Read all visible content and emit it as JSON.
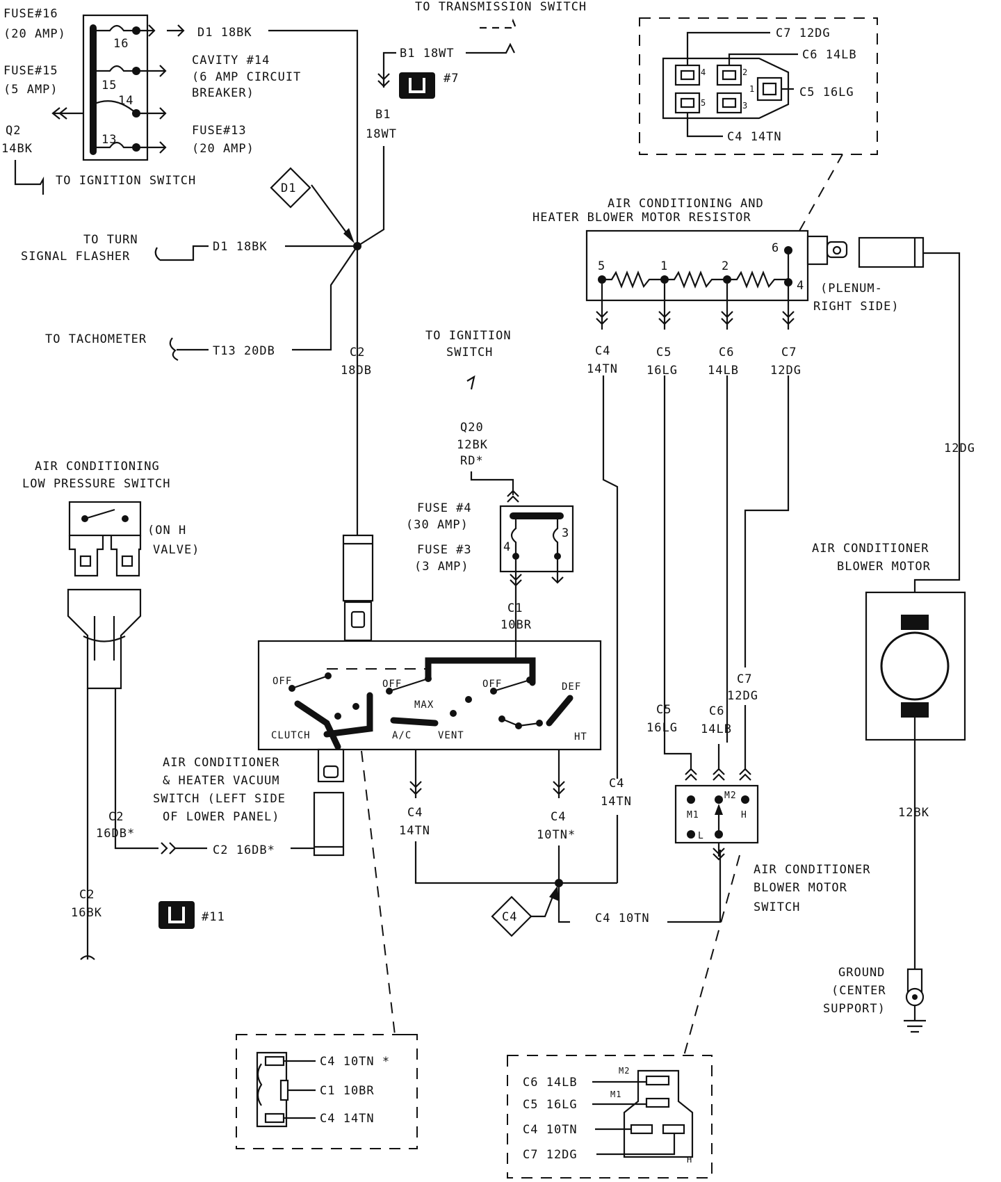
{
  "top_label": "TO TRANSMISSION SWITCH",
  "fuse_block": {
    "fuse16": [
      "FUSE#16",
      "(20 AMP)"
    ],
    "fuse15": [
      "FUSE#15",
      "(5 AMP)"
    ],
    "q2": [
      "Q2",
      "14BK"
    ],
    "cavity14": [
      "CAVITY #14",
      "(6 AMP CIRCUIT",
      "BREAKER)"
    ],
    "fuse13": [
      "FUSE#13",
      "(20 AMP)"
    ],
    "pins": [
      "16",
      "15",
      "14",
      "13"
    ],
    "d1_wire": "D1 18BK",
    "to_ignition": "TO IGNITION SWITCH"
  },
  "b1": {
    "top": "B1 18WT",
    "connector": "#7",
    "lower": [
      "B1",
      "18WT"
    ]
  },
  "splice_d1": "D1",
  "turn_signal": {
    "label": [
      "TO TURN",
      "SIGNAL FLASHER"
    ],
    "wire": "D1 18BK"
  },
  "tach": {
    "label": "TO TACHOMETER",
    "wire": "T13 20DB"
  },
  "c2_upper": [
    "C2",
    "18DB"
  ],
  "ign2": {
    "label": [
      "TO IGNITION",
      "SWITCH"
    ],
    "wire": [
      "Q20",
      "12BK",
      "RD*"
    ]
  },
  "fuse34": {
    "fuse4": [
      "FUSE #4",
      "(30 AMP)"
    ],
    "fuse3": [
      "FUSE #3",
      "(3 AMP)"
    ],
    "pin4": "4",
    "pin3": "3"
  },
  "c1": [
    "C1",
    "10BR"
  ],
  "lps": {
    "title": [
      "AIR CONDITIONING",
      "LOW PRESSURE SWITCH"
    ],
    "note": [
      "(ON H",
      "VALVE)"
    ]
  },
  "vac_switch": {
    "labels": [
      "OFF",
      "OFF",
      "OFF",
      "DEF",
      "MAX",
      "CLUTCH",
      "A/C",
      "VENT",
      "HT"
    ],
    "title": [
      "AIR CONDITIONER",
      "& HEATER VACUUM",
      "SWITCH (LEFT SIDE",
      "OF LOWER PANEL)"
    ]
  },
  "c2_lower": {
    "left": [
      "C2",
      "16DB*"
    ],
    "wire": "C2 16DB*",
    "connector": "#11",
    "bk": [
      "C2",
      "16BK"
    ]
  },
  "c4_wires": {
    "ac": [
      "C4",
      "14TN"
    ],
    "ht": [
      "C4",
      "10TN*"
    ],
    "right": [
      "C4",
      "14TN"
    ],
    "bottom": "C4 10TN",
    "splice": "C4"
  },
  "resistor": {
    "title": [
      "AIR CONDITIONING AND",
      "HEATER BLOWER MOTOR RESISTOR"
    ],
    "pins": [
      "5",
      "1",
      "2",
      "6",
      "4"
    ],
    "location": [
      "(PLENUM-",
      "RIGHT SIDE)"
    ],
    "wires": [
      [
        "C4",
        "14TN"
      ],
      [
        "C5",
        "16LG"
      ],
      [
        "C6",
        "14LB"
      ],
      [
        "C7",
        "12DG"
      ]
    ]
  },
  "resistor_detail": {
    "wires": [
      "C7 12DG",
      "C6 14LB",
      "C5 16LG",
      "C4 14TN"
    ],
    "pins": [
      "4",
      "2",
      "1",
      "5",
      "3"
    ]
  },
  "blower_motor": {
    "title": [
      "AIR CONDITIONER",
      "BLOWER MOTOR"
    ],
    "wire_top": "12DG",
    "wire_bottom": "12BK"
  },
  "ground": [
    "GROUND",
    "(CENTER",
    "SUPPORT)"
  ],
  "blower_switch": {
    "wires": [
      [
        "C5",
        "16LG"
      ],
      [
        "C6",
        "14LB"
      ],
      [
        "C7",
        "12DG"
      ]
    ],
    "pins": [
      "M1",
      "M2",
      "H",
      "L"
    ],
    "title": [
      "AIR CONDITIONER",
      "BLOWER MOTOR",
      "SWITCH"
    ]
  },
  "vac_detail": [
    "C4 10TN *",
    "C1 10BR",
    "C4 14TN"
  ],
  "switch_detail": {
    "wires": [
      "C6 14LB",
      "C5 16LG",
      "C4 10TN",
      "C7 12DG"
    ],
    "pins": [
      "M2",
      "M1",
      "H"
    ]
  }
}
